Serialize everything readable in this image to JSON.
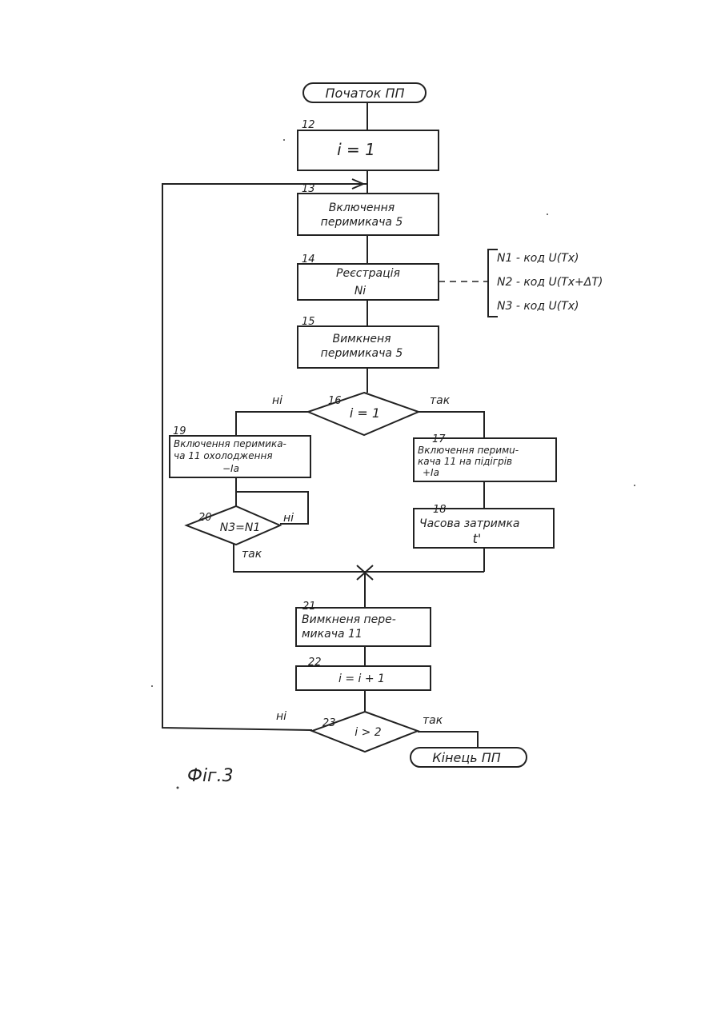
{
  "start": "Початок ПП",
  "end": "Кінець ПП",
  "figure_label": "Фіг.3",
  "blocks": {
    "b12": {
      "num": "12",
      "text": "i = 1"
    },
    "b13": {
      "num": "13",
      "line1": "Включення",
      "line2": "перимикача 5"
    },
    "b14": {
      "num": "14",
      "line1": "Реєстрація",
      "line2": "Ni"
    },
    "b15": {
      "num": "15",
      "line1": "Вимкненя",
      "line2": "перимикача 5"
    },
    "b16": {
      "num": "16",
      "text": "i = 1",
      "no": "ні",
      "yes": "так"
    },
    "b17": {
      "num": "17",
      "line1": "Включення перимu-",
      "line2": "кача 11 на підігрів",
      "line3": "+Iа"
    },
    "b18": {
      "num": "18",
      "line1": "Часова затримка",
      "line2": "t'"
    },
    "b19": {
      "num": "19",
      "line1": "Включення перимика-",
      "line2": "ча 11 охолодження",
      "line3": "−Iа"
    },
    "b20": {
      "num": "20",
      "text": "N3=N1",
      "no": "ні",
      "yes": "так"
    },
    "b21": {
      "num": "21",
      "line1": "Вимкненя пере-",
      "line2": "микача 11"
    },
    "b22": {
      "num": "22",
      "text": "i = i + 1"
    },
    "b23": {
      "num": "23",
      "text": "i > 2",
      "no": "ні",
      "yes": "так"
    }
  },
  "codes": [
    "N1 - код U(Tx)",
    "N2 - код U(Tx+ΔT)",
    "N3 - код U(Tx)"
  ]
}
